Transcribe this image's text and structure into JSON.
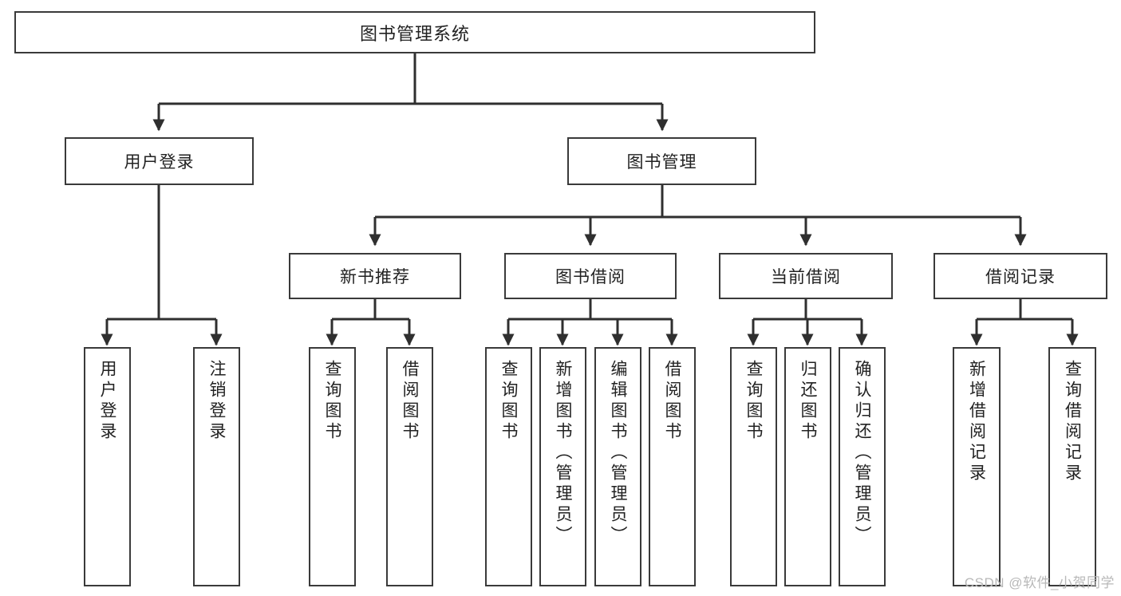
{
  "diagram": {
    "title": "图书管理系统",
    "type": "tree-hierarchy-chart",
    "root": {
      "id": "root",
      "label": "图书管理系统"
    },
    "level2": [
      {
        "id": "user-login",
        "label": "用户登录"
      },
      {
        "id": "book-management",
        "label": "图书管理"
      }
    ],
    "level3": [
      {
        "id": "new-book-recommend",
        "label": "新书推荐"
      },
      {
        "id": "book-borrow",
        "label": "图书借阅"
      },
      {
        "id": "current-borrow",
        "label": "当前借阅"
      },
      {
        "id": "borrow-record",
        "label": "借阅记录"
      }
    ],
    "leaves": [
      {
        "id": "leaf-user-login",
        "parent": "user-login",
        "label": "用户登录"
      },
      {
        "id": "leaf-logout-login",
        "parent": "user-login",
        "label": "注销登录"
      },
      {
        "id": "leaf-query-book-1",
        "parent": "new-book-recommend",
        "label": "查询图书"
      },
      {
        "id": "leaf-borrow-book-1",
        "parent": "new-book-recommend",
        "label": "借阅图书"
      },
      {
        "id": "leaf-query-book-2",
        "parent": "book-borrow",
        "label": "查询图书"
      },
      {
        "id": "leaf-add-book",
        "parent": "book-borrow",
        "label": "新增图书（管理员）"
      },
      {
        "id": "leaf-edit-book",
        "parent": "book-borrow",
        "label": "编辑图书（管理员）"
      },
      {
        "id": "leaf-borrow-book-2",
        "parent": "book-borrow",
        "label": "借阅图书"
      },
      {
        "id": "leaf-query-book-3",
        "parent": "current-borrow",
        "label": "查询图书"
      },
      {
        "id": "leaf-return-book",
        "parent": "current-borrow",
        "label": "归还图书"
      },
      {
        "id": "leaf-confirm-return",
        "parent": "current-borrow",
        "label": "确认归还（管理员）"
      },
      {
        "id": "leaf-add-record",
        "parent": "borrow-record",
        "label": "新增借阅记录"
      },
      {
        "id": "leaf-query-record",
        "parent": "borrow-record",
        "label": "查询借阅记录"
      }
    ],
    "watermark": "CSDN @软件_小贺同学",
    "colors": {
      "border": "#3a3a3a",
      "connector": "#2f2f2f",
      "background": "#ffffff",
      "text": "#222222",
      "watermark": "#b8b8b8"
    }
  }
}
